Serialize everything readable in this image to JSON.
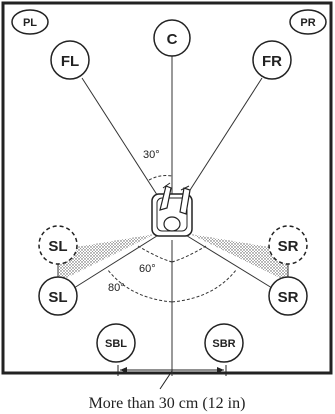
{
  "speakers": {
    "pl": "PL",
    "pr": "PR",
    "c": "C",
    "fl": "FL",
    "fr": "FR",
    "sl_alt": "SL",
    "sr_alt": "SR",
    "sl": "SL",
    "sr": "SR",
    "sbl": "SBL",
    "sbr": "SBR"
  },
  "angles": {
    "front": "30°",
    "side_inner": "60°",
    "side_outer": "80°"
  },
  "caption": "More than 30 cm (12 in)",
  "icons": {
    "listener": "person-seated-in-chair-icon",
    "dimension": "double-arrow-icon"
  }
}
